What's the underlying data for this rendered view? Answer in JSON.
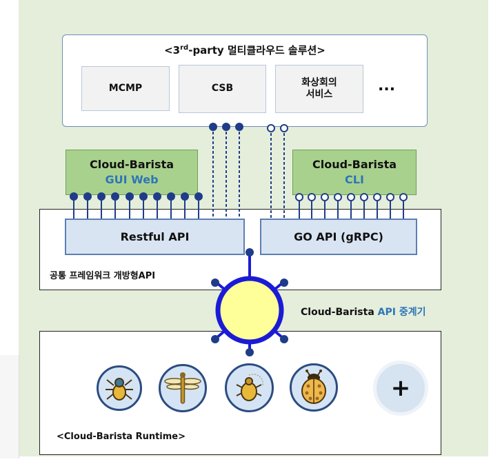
{
  "third_party": {
    "title": "<3rd-party 멀티클라우드 솔루션>",
    "services": [
      "MCMP",
      "CSB",
      "화상회의\n서비스"
    ],
    "more": "..."
  },
  "gui_web": {
    "title": "Cloud-Barista",
    "subtitle": "GUI Web"
  },
  "cli": {
    "title": "Cloud-Barista",
    "subtitle": "CLI"
  },
  "restful_api": "Restful API",
  "go_api": "GO API (gRPC)",
  "framework_label": "공통 프레임워크 개방형API",
  "relay": {
    "title": "Cloud-Barista",
    "subtitle": "API 중계기"
  },
  "runtime_label": "<Cloud-Barista Runtime>",
  "plus_symbol": "+",
  "colors": {
    "connector_blue": "#1f3c88",
    "hub_ring": "#1b1bd6",
    "hub_fill": "#ffff9a",
    "accent_blue": "#2e75b6"
  },
  "icons": [
    "spider-icon",
    "dragonfly-icon",
    "beetle-icon",
    "ladybug-icon",
    "plus-icon"
  ]
}
